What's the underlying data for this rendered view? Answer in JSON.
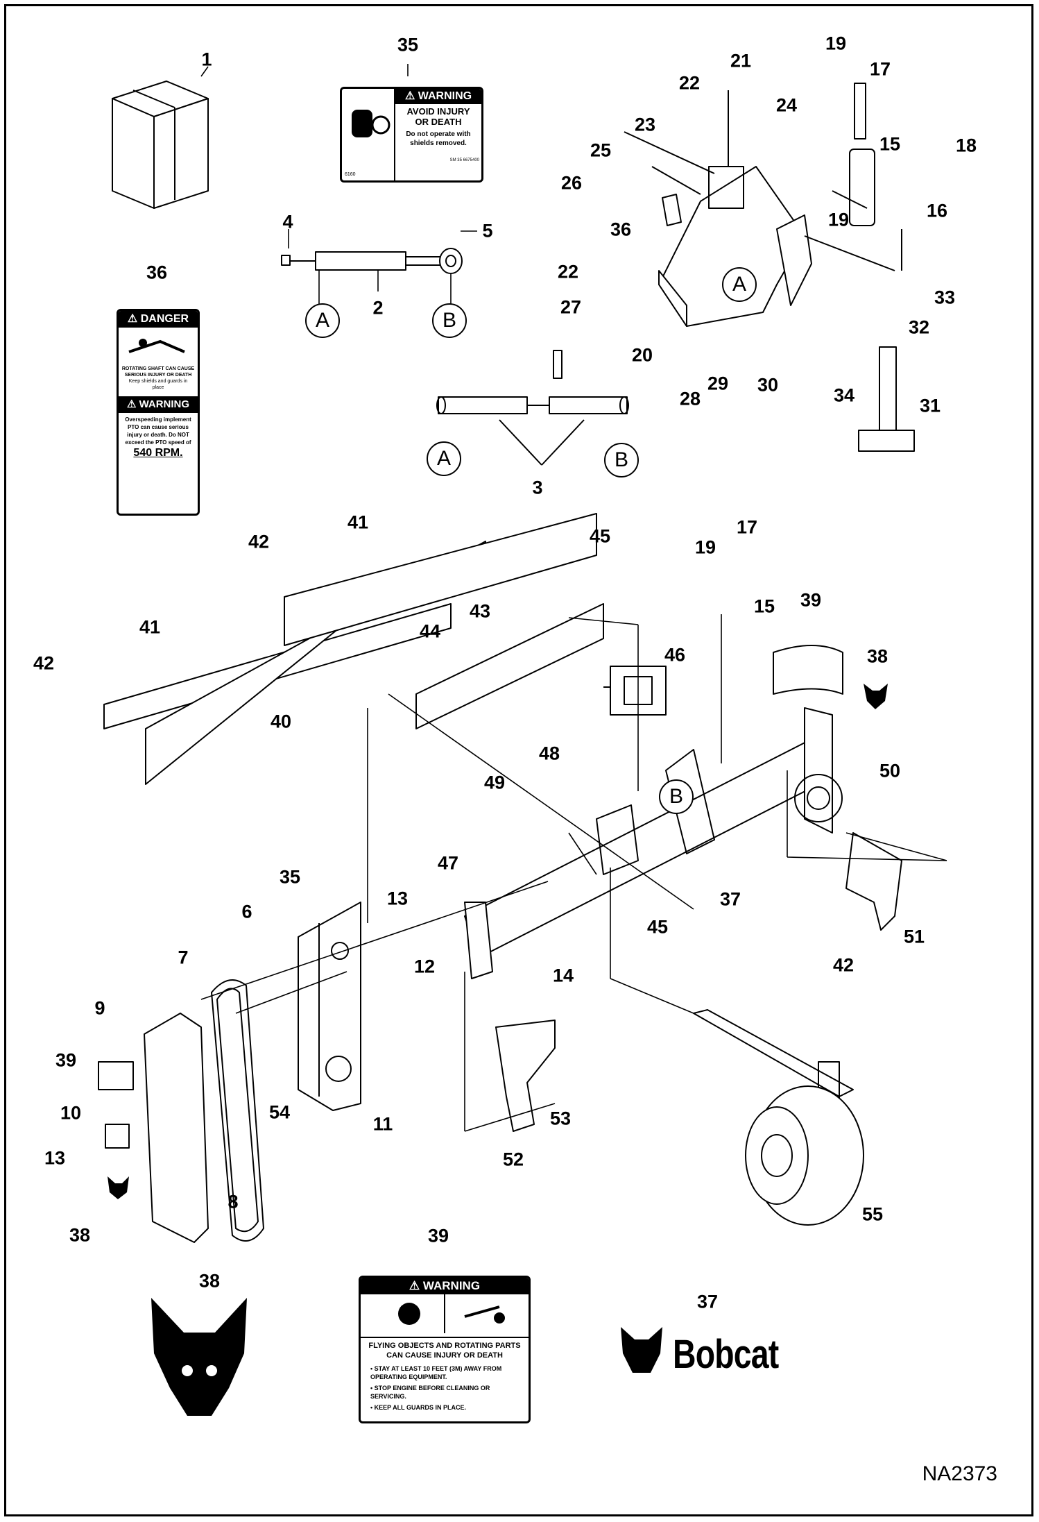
{
  "drawing_code": "NA2373",
  "brand": "Bobcat",
  "callouts": [
    "1",
    "2",
    "3",
    "4",
    "5",
    "6",
    "7",
    "8",
    "9",
    "10",
    "11",
    "12",
    "13",
    "14",
    "15",
    "16",
    "17",
    "18",
    "19",
    "20",
    "21",
    "22",
    "23",
    "24",
    "25",
    "26",
    "27",
    "28",
    "29",
    "30",
    "31",
    "32",
    "33",
    "34",
    "35",
    "36",
    "37",
    "38",
    "39",
    "40",
    "41",
    "42",
    "43",
    "44",
    "45",
    "46",
    "47",
    "48",
    "49",
    "50",
    "51",
    "52",
    "53",
    "54",
    "55"
  ],
  "detail_tags": {
    "a": "A",
    "b": "B"
  },
  "decal_35": {
    "header": "WARNING",
    "line1": "AVOID INJURY",
    "line2": "OR DEATH",
    "line3": "Do not operate with",
    "line4": "shields removed.",
    "code_left": "6160",
    "code_right": "SM 35 6675400"
  },
  "decal_36": {
    "danger_header": "DANGER",
    "danger_text": "ROTATING SHAFT CAN CAUSE SERIOUS INJURY OR DEATH",
    "danger_sub": "Keep shields and guards in place",
    "warning_header": "WARNING",
    "warning_text": "Overspeeding implement PTO can cause serious injury or death. Do NOT exceed the PTO speed of",
    "rpm": "540 RPM."
  },
  "decal_39": {
    "header": "WARNING",
    "title": "FLYING OBJECTS AND ROTATING PARTS CAN CAUSE INJURY OR DEATH",
    "bullet1": "STAY AT LEAST 10 FEET (3M) AWAY FROM OPERATING EQUIPMENT.",
    "bullet2": "STOP ENGINE BEFORE CLEANING OR SERVICING.",
    "bullet3": "KEEP ALL GUARDS IN PLACE."
  }
}
